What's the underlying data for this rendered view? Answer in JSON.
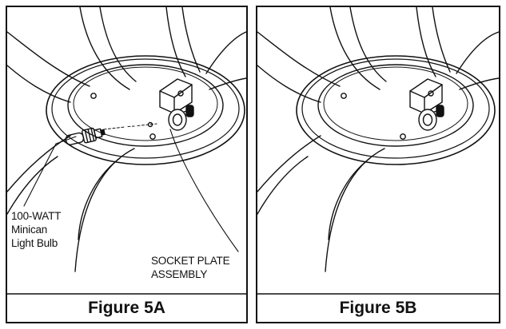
{
  "callouts": {
    "bulb": {
      "line1": "100-WATT",
      "line2": "Minican",
      "line3": "Light Bulb"
    },
    "socket": {
      "line1": "SOCKET PLATE",
      "line2": "ASSEMBLY"
    }
  },
  "figures": {
    "left": {
      "label": "Figure 5A"
    },
    "right": {
      "label": "Figure 5B"
    }
  }
}
